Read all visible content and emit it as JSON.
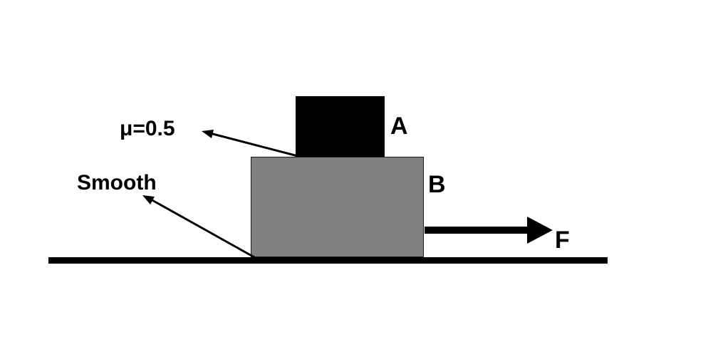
{
  "diagram": {
    "labels": {
      "block_a": "A",
      "block_b": "B",
      "force": "F",
      "friction_coefficient": "μ=0.5",
      "ground_surface": "Smooth"
    },
    "colors": {
      "block_a_fill": "#000000",
      "block_b_fill": "#808080",
      "ground_fill": "#000000",
      "arrow_color": "#000000"
    }
  }
}
